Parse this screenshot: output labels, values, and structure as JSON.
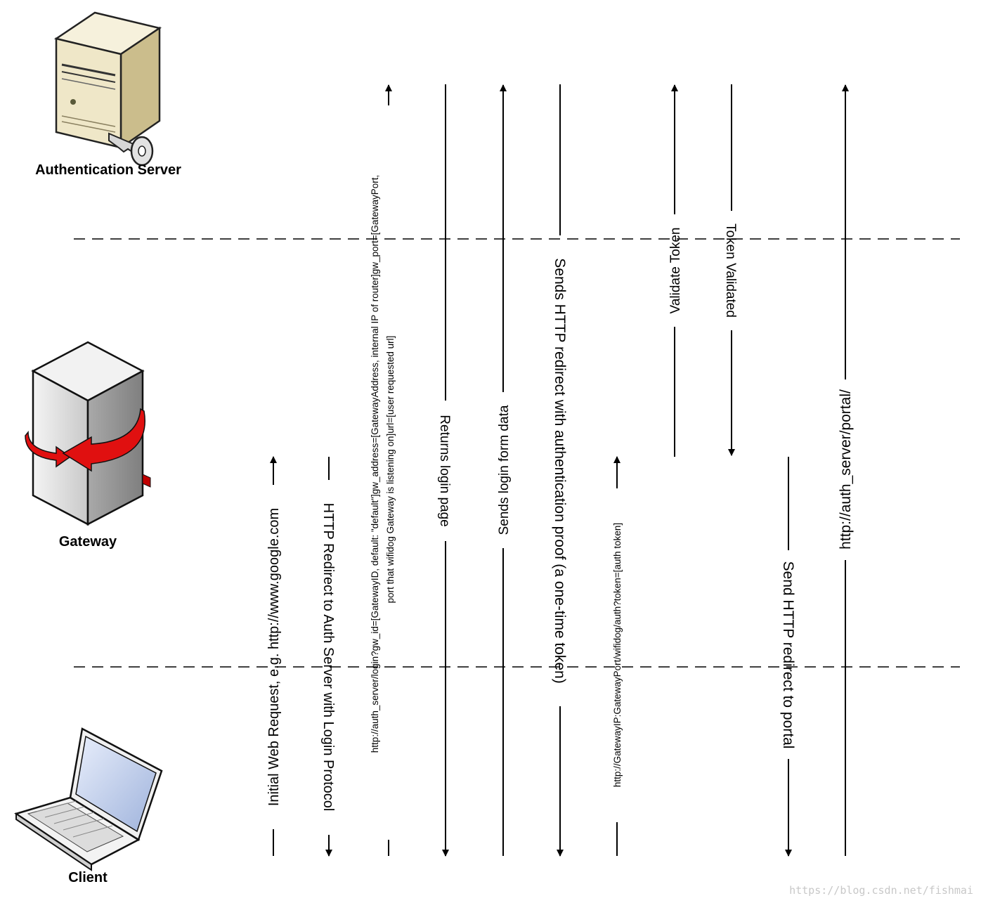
{
  "nodes": {
    "auth_server": "Authentication Server",
    "gateway": "Gateway",
    "client": "Client"
  },
  "messages": [
    {
      "id": "m1",
      "text": "Initial Web Request, e.g. http://www.google.com",
      "direction": "up"
    },
    {
      "id": "m2",
      "text": "HTTP Redirect to Auth Server with Login Protocol",
      "direction": "down"
    },
    {
      "id": "m3a",
      "text": "http://auth_server/login?gw_id=[GatewayID, default: \"default\"]gw_address=[GatewayAddress, internal IP of router]gw_port=[GatewayPort,",
      "direction": "up"
    },
    {
      "id": "m3b",
      "text": "port that wifidog Gateway is listening on]url=[user requested url]",
      "direction": "up"
    },
    {
      "id": "m4",
      "text": "Returns login page",
      "direction": "down"
    },
    {
      "id": "m5",
      "text": "Sends login form data",
      "direction": "up"
    },
    {
      "id": "m6",
      "text": "Sends HTTP redirect with authentication proof (a one-time token)",
      "direction": "down"
    },
    {
      "id": "m7",
      "text": "http://GatewayIP:GatewayPort/wifidog/auth?token=[auth token]",
      "direction": "up"
    },
    {
      "id": "m8",
      "text": "Validate Token",
      "direction": "up"
    },
    {
      "id": "m9",
      "text": "Token Validated",
      "direction": "down"
    },
    {
      "id": "m10",
      "text": "Send HTTP redirect to portal",
      "direction": "down"
    },
    {
      "id": "m11",
      "text": "http://auth_server/portal/",
      "direction": "up"
    }
  ],
  "watermark": "https://blog.csdn.net/fishmai"
}
